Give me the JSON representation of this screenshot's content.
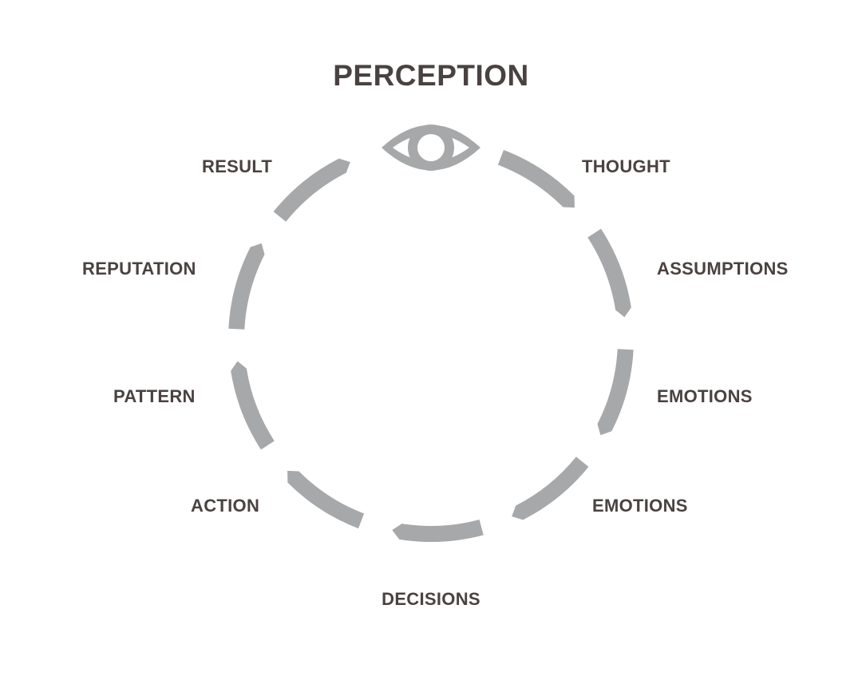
{
  "diagram": {
    "title": "PERCEPTION",
    "icon": "eye-icon",
    "ring_color": "#a7a8aa",
    "text_color": "#4a4240",
    "stages": [
      {
        "id": "thought",
        "label": "THOUGHT"
      },
      {
        "id": "assumptions",
        "label": "ASSUMPTIONS"
      },
      {
        "id": "emotions-1",
        "label": "EMOTIONS"
      },
      {
        "id": "emotions-2",
        "label": "EMOTIONS"
      },
      {
        "id": "decisions",
        "label": "DECISIONS"
      },
      {
        "id": "action",
        "label": "ACTION"
      },
      {
        "id": "pattern",
        "label": "PATTERN"
      },
      {
        "id": "reputation",
        "label": "REPUTATION"
      },
      {
        "id": "result",
        "label": "RESULT"
      }
    ]
  }
}
